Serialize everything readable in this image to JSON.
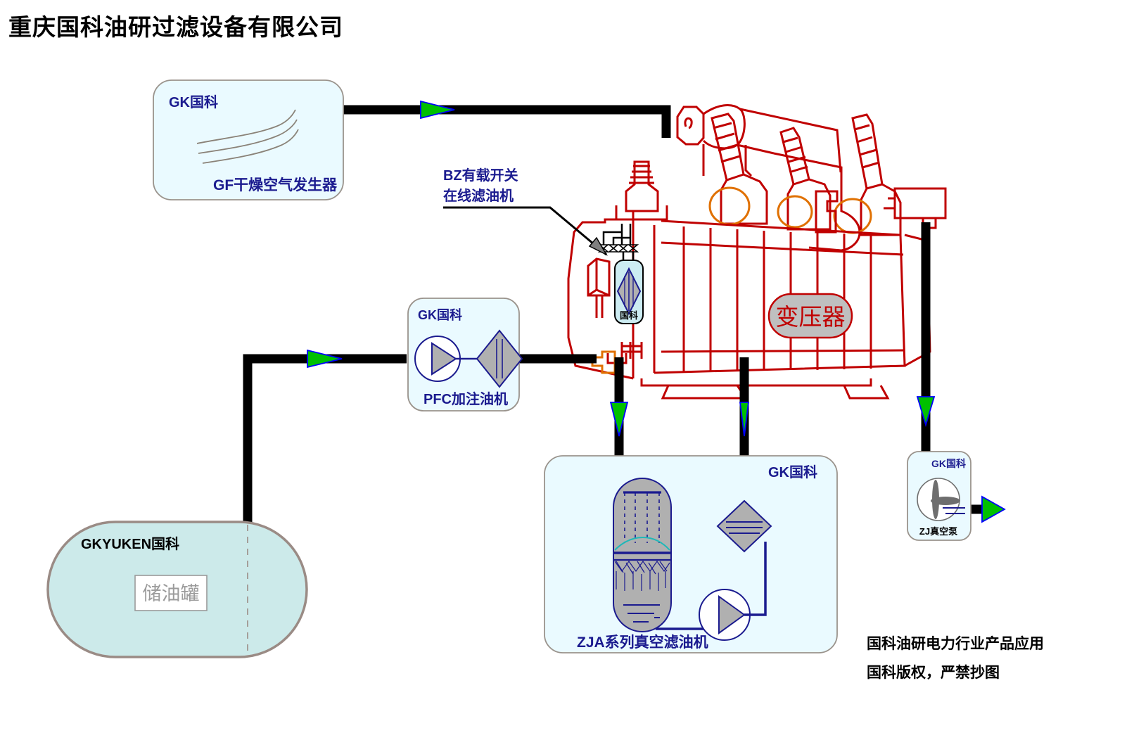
{
  "header": {
    "company_title": "重庆国科油研过滤设备有限公司"
  },
  "footer": {
    "line1": "国科油研电力行业产品应用",
    "line2": "国科版权，严禁抄图"
  },
  "colors": {
    "brand_blue": "#1b1b8f",
    "transformer_red": "#c00000",
    "bushing_orange": "#e07000",
    "pipe_black": "#000000",
    "arrow_green": "#00c000",
    "arrow_outline_blue": "#0000ff",
    "panel_fill": "#eafaff",
    "panel_stroke": "#9a938c",
    "tank_fill": "#cceaea",
    "tank_stroke": "#9a8b85",
    "equipment_gray": "#b0b0b0",
    "xfmr_badge_gray": "#bfbfbf"
  },
  "units": {
    "dry_air_generator": {
      "brand": "GK国科",
      "label": "GF干燥空气发生器"
    },
    "oil_filling_machine": {
      "brand": "GK国科",
      "label": "PFC加注油机"
    },
    "vacuum_oil_purifier": {
      "brand": "GK国科",
      "label": "ZJA系列真空滤油机"
    },
    "vacuum_pump": {
      "brand": "GK国科",
      "label": "ZJ真空泵"
    },
    "online_filter_callout": {
      "line1": "BZ有载开关",
      "line2": "在线滤油机"
    },
    "online_filter_body": {
      "label": "国科"
    },
    "storage_tank": {
      "brand": "GKYUKEN国科",
      "label": "储油罐"
    },
    "transformer": {
      "label": "变压器"
    }
  },
  "flow": {
    "arrow_right_top": "right",
    "arrow_right_mid": "right",
    "arrow_down_purifier_in": "down",
    "arrow_up_purifier_out": "up",
    "arrow_down_vacuum": "down",
    "arrow_right_exhaust": "right"
  }
}
